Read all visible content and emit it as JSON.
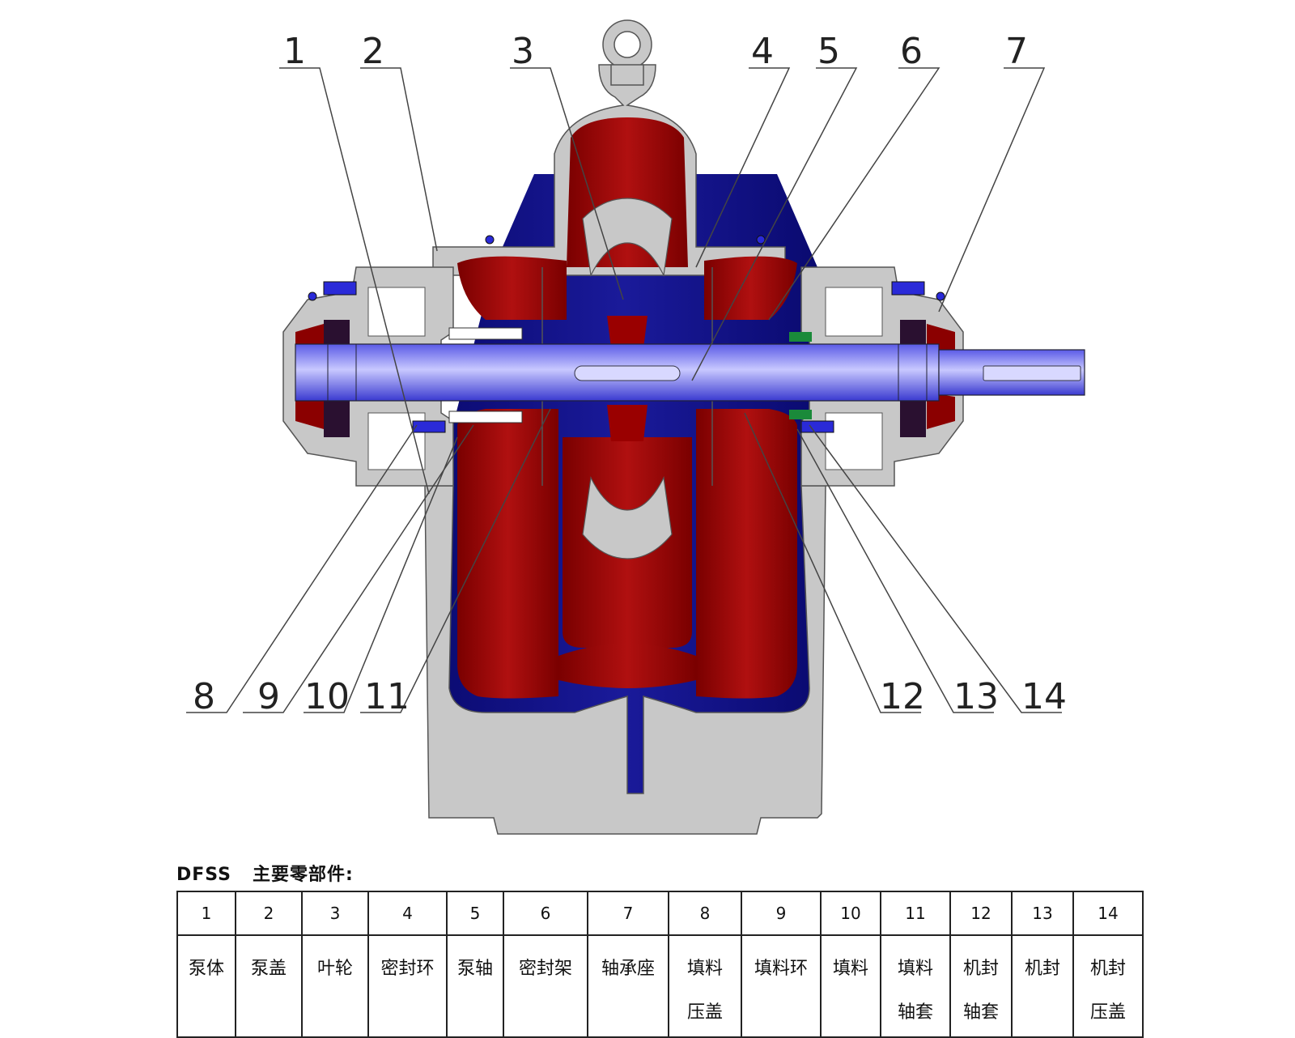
{
  "diagram": {
    "callouts": [
      "1",
      "2",
      "3",
      "4",
      "5",
      "6",
      "7",
      "8",
      "9",
      "10",
      "11",
      "12",
      "13",
      "14"
    ]
  },
  "table": {
    "model": "DFSS",
    "title": "主要零部件:",
    "numbers": [
      "1",
      "2",
      "3",
      "4",
      "5",
      "6",
      "7",
      "8",
      "9",
      "10",
      "11",
      "12",
      "13",
      "14"
    ],
    "names": [
      {
        "line1": "泵体",
        "line2": ""
      },
      {
        "line1": "泵盖",
        "line2": ""
      },
      {
        "line1": "叶轮",
        "line2": ""
      },
      {
        "line1": "密封环",
        "line2": ""
      },
      {
        "line1": "泵轴",
        "line2": ""
      },
      {
        "line1": "密封架",
        "line2": ""
      },
      {
        "line1": "轴承座",
        "line2": ""
      },
      {
        "line1": "填料",
        "line2": "压盖"
      },
      {
        "line1": "填料环",
        "line2": ""
      },
      {
        "line1": "填料",
        "line2": ""
      },
      {
        "line1": "填料",
        "line2": "轴套"
      },
      {
        "line1": "机封",
        "line2": "轴套"
      },
      {
        "line1": "机封",
        "line2": ""
      },
      {
        "line1": "机封",
        "line2": "压盖"
      }
    ]
  },
  "colors": {
    "casing": "#c8c8c8",
    "water": "#8b0000",
    "base": "#0a0a6e",
    "shaft": "#7a7aff",
    "seal": "#1a8a3a"
  }
}
